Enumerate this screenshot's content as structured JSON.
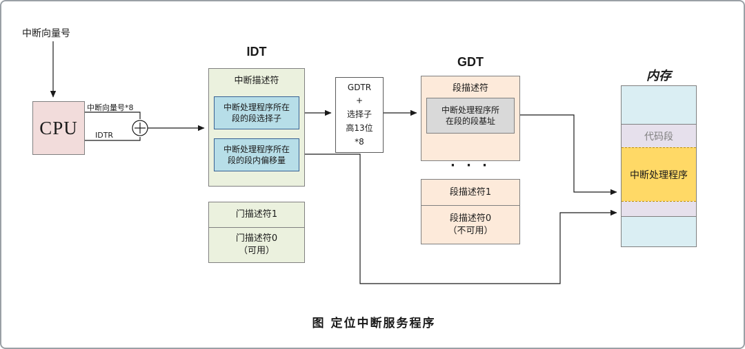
{
  "caption": "图 定位中断服务程序",
  "cpu_group": {
    "vector_label": "中断向量号",
    "cpu_label": "CPU",
    "vector_mul8_label": "中断向量号*8",
    "idtr_label": "IDTR"
  },
  "idt": {
    "title": "IDT",
    "header": "中断描述符",
    "selector_box": "中断处理程序所在\n段的段选择子",
    "offset_box": "中断处理程序所在\n段的段内偏移量",
    "gate_desc_1": "门描述符1",
    "gate_desc_0": "门描述符0\n（可用）"
  },
  "calc_box": {
    "text": "GDTR\n+\n选择子\n高13位\n*8"
  },
  "gdt": {
    "title": "GDT",
    "header": "段描述符",
    "base_box": "中断处理程序所\n在段的段基址",
    "ellipsis": "· · ·",
    "seg_desc_1": "段描述符1",
    "seg_desc_0": "段描述符0\n（不可用）"
  },
  "memory": {
    "title": "内存",
    "segments": [
      {
        "label": "",
        "color": "#daeef3"
      },
      {
        "label": "代码段",
        "color": "#e6e0ec"
      },
      {
        "label": "中断处理程序",
        "color": "#ffd966"
      },
      {
        "label": "",
        "color": "#e6e0ec"
      },
      {
        "label": "",
        "color": "#daeef3"
      }
    ]
  },
  "colors": {
    "cpu_fill": "#f2dcdb",
    "idt_fill": "#ebf1de",
    "selector_fill": "#b7dee8",
    "gdt_fill": "#fdeada",
    "base_fill": "#d9d9d9",
    "line": "#1a1a1a"
  }
}
